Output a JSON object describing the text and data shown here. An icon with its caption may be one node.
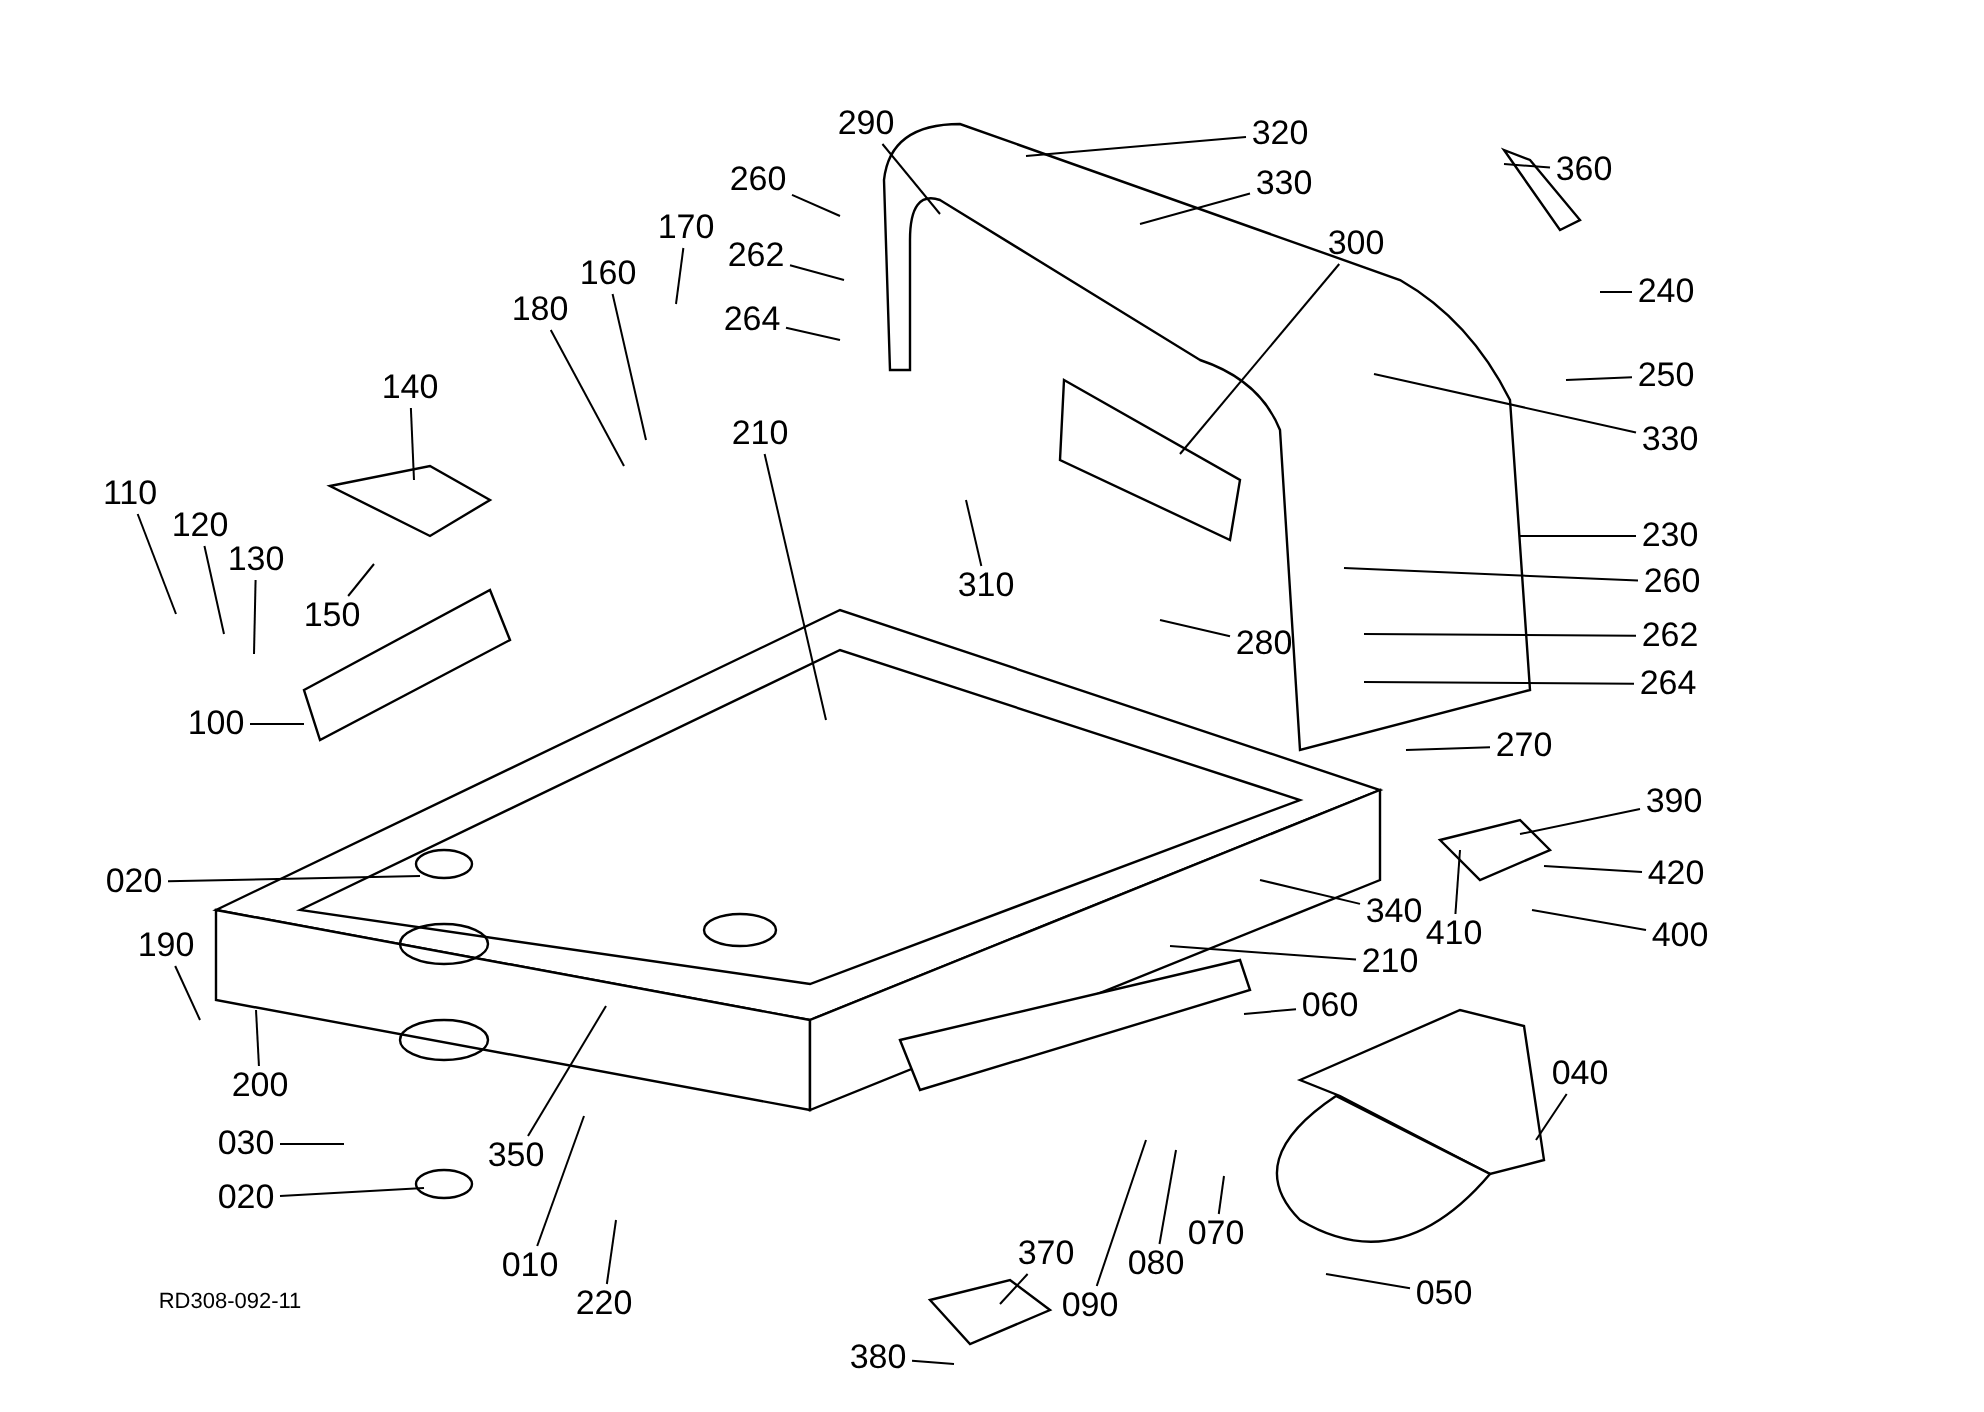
{
  "diagram": {
    "nodes": [
      {
        "text": [
          "290"
        ]
      },
      {
        "text": [
          "320"
        ]
      },
      {
        "text": [
          "330"
        ]
      },
      {
        "text": [
          "360"
        ]
      },
      {
        "text": [
          "260"
        ]
      },
      {
        "text": [
          "262"
        ]
      },
      {
        "text": [
          "264"
        ]
      },
      {
        "text": [
          "170"
        ]
      },
      {
        "text": [
          "160"
        ]
      },
      {
        "text": [
          "180"
        ]
      },
      {
        "text": [
          "300"
        ]
      },
      {
        "text": [
          "240"
        ]
      },
      {
        "text": [
          "250"
        ]
      },
      {
        "text": [
          "140"
        ]
      },
      {
        "text": [
          "210"
        ]
      },
      {
        "text": [
          "330"
        ]
      },
      {
        "text": [
          "110"
        ]
      },
      {
        "text": [
          "120"
        ]
      },
      {
        "text": [
          "130"
        ]
      },
      {
        "text": [
          "230"
        ]
      },
      {
        "text": [
          "260"
        ]
      },
      {
        "text": [
          "150"
        ]
      },
      {
        "text": [
          "310"
        ]
      },
      {
        "text": [
          "262"
        ]
      },
      {
        "text": [
          "280"
        ]
      },
      {
        "text": [
          "264"
        ]
      },
      {
        "text": [
          "100"
        ]
      },
      {
        "text": [
          "270"
        ]
      },
      {
        "text": [
          "390"
        ]
      },
      {
        "text": [
          "020"
        ]
      },
      {
        "text": [
          "420"
        ]
      },
      {
        "text": [
          "340"
        ]
      },
      {
        "text": [
          "410"
        ]
      },
      {
        "text": [
          "400"
        ]
      },
      {
        "text": [
          "190"
        ]
      },
      {
        "text": [
          "210"
        ]
      },
      {
        "text": [
          "060"
        ]
      },
      {
        "text": [
          "040"
        ]
      },
      {
        "text": [
          "200"
        ]
      },
      {
        "text": [
          "030"
        ]
      },
      {
        "text": [
          "350"
        ]
      },
      {
        "text": [
          "020"
        ]
      },
      {
        "text": [
          "070"
        ]
      },
      {
        "text": [
          "080"
        ]
      },
      {
        "text": [
          "010"
        ]
      },
      {
        "text": [
          "370"
        ]
      },
      {
        "text": [
          "050"
        ]
      },
      {
        "text": [
          "090"
        ]
      },
      {
        "text": [
          "220"
        ]
      },
      {
        "text": [
          "380"
        ]
      }
    ],
    "edges": [
      {
        "from": 0,
        "to": null,
        "arrow": "none"
      },
      {
        "from": 1,
        "to": null,
        "arrow": "none"
      },
      {
        "from": 2,
        "to": null,
        "arrow": "none"
      },
      {
        "from": 3,
        "to": null,
        "arrow": "none"
      },
      {
        "from": 4,
        "to": null,
        "arrow": "none"
      },
      {
        "from": 5,
        "to": null,
        "arrow": "none"
      },
      {
        "from": 6,
        "to": null,
        "arrow": "none"
      },
      {
        "from": 7,
        "to": null,
        "arrow": "none"
      },
      {
        "from": 8,
        "to": null,
        "arrow": "none"
      },
      {
        "from": 9,
        "to": null,
        "arrow": "none"
      },
      {
        "from": 10,
        "to": null,
        "arrow": "none"
      },
      {
        "from": 11,
        "to": null,
        "arrow": "none"
      },
      {
        "from": 12,
        "to": null,
        "arrow": "none"
      },
      {
        "from": 13,
        "to": null,
        "arrow": "none"
      },
      {
        "from": 14,
        "to": null,
        "arrow": "none"
      },
      {
        "from": 15,
        "to": null,
        "arrow": "none"
      },
      {
        "from": 16,
        "to": null,
        "arrow": "none"
      },
      {
        "from": 17,
        "to": null,
        "arrow": "none"
      },
      {
        "from": 18,
        "to": null,
        "arrow": "none"
      },
      {
        "from": 19,
        "to": null,
        "arrow": "none"
      },
      {
        "from": 20,
        "to": null,
        "arrow": "none"
      },
      {
        "from": 21,
        "to": null,
        "arrow": "none"
      },
      {
        "from": 22,
        "to": null,
        "arrow": "none"
      },
      {
        "from": 23,
        "to": null,
        "arrow": "none"
      },
      {
        "from": 24,
        "to": null,
        "arrow": "none"
      },
      {
        "from": 25,
        "to": null,
        "arrow": "none"
      },
      {
        "from": 26,
        "to": null,
        "arrow": "none"
      },
      {
        "from": 27,
        "to": null,
        "arrow": "none"
      },
      {
        "from": 28,
        "to": null,
        "arrow": "none"
      },
      {
        "from": 29,
        "to": null,
        "arrow": "none"
      },
      {
        "from": 30,
        "to": null,
        "arrow": "none"
      },
      {
        "from": 31,
        "to": null,
        "arrow": "none"
      },
      {
        "from": 32,
        "to": null,
        "arrow": "none"
      },
      {
        "from": 33,
        "to": null,
        "arrow": "none"
      },
      {
        "from": 34,
        "to": null,
        "arrow": "none"
      },
      {
        "from": 35,
        "to": null,
        "arrow": "none"
      },
      {
        "from": 36,
        "to": null,
        "arrow": "none"
      },
      {
        "from": 37,
        "to": null,
        "arrow": "none"
      },
      {
        "from": 38,
        "to": null,
        "arrow": "none"
      },
      {
        "from": 39,
        "to": null,
        "arrow": "none"
      },
      {
        "from": 40,
        "to": null,
        "arrow": "none"
      },
      {
        "from": 41,
        "to": null,
        "arrow": "none"
      },
      {
        "from": 42,
        "to": null,
        "arrow": "none"
      },
      {
        "from": 43,
        "to": null,
        "arrow": "none"
      },
      {
        "from": 44,
        "to": null,
        "arrow": "none"
      },
      {
        "from": 45,
        "to": null,
        "arrow": "none"
      },
      {
        "from": 46,
        "to": null,
        "arrow": "none"
      },
      {
        "from": 47,
        "to": null,
        "arrow": "none"
      },
      {
        "from": 48,
        "to": null,
        "arrow": "none"
      },
      {
        "from": 49,
        "to": null,
        "arrow": "none"
      }
    ],
    "labels": [
      "RD308-092-11"
    ]
  }
}
